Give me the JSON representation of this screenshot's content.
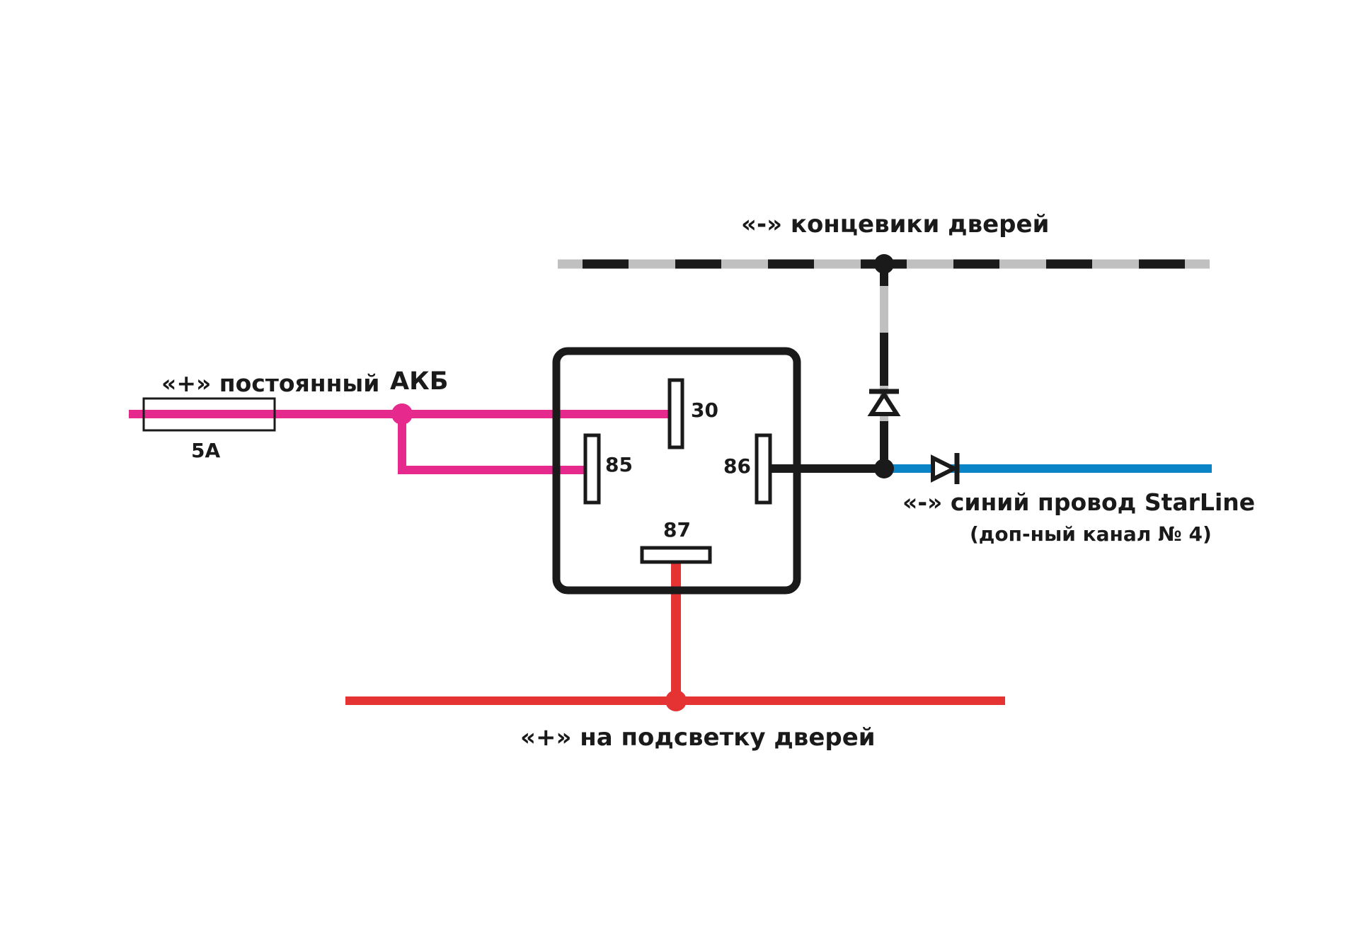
{
  "labels": {
    "door_switch_minus": "«-» концевики дверей",
    "battery_plus": "«+» постоянный",
    "battery": "АКБ",
    "fuse_rating": "5А",
    "pin_30": "30",
    "pin_85": "85",
    "pin_86": "86",
    "pin_87": "87",
    "starline_blue_minus": "«-» синий провод StarLine",
    "extra_channel": "(доп-ный канал № 4)",
    "door_light_plus": "«+» на подсветку дверей"
  },
  "colors": {
    "pink_wire": "#e6298c",
    "red_wire": "#e53232",
    "blue_wire": "#0a84c6",
    "black_wire": "#1a1a1a",
    "gray_dash": "#c0c0c0",
    "text": "#1a1a1a"
  },
  "icons": {
    "fuse": "fuse-symbol",
    "relay": "relay-box",
    "diode": "diode-symbol"
  }
}
